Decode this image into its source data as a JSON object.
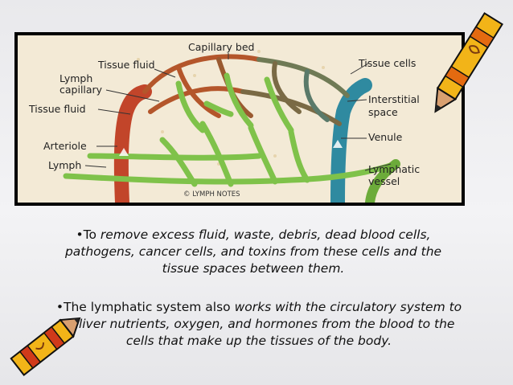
{
  "figure": {
    "labels": {
      "capillary_bed": "Capillary bed",
      "tissue_fluid_top": "Tissue fluid",
      "lymph_capillary_1": "Lymph",
      "lymph_capillary_2": "capillary",
      "tissue_fluid_left": "Tissue fluid",
      "arteriole": "Arteriole",
      "lymph": "Lymph",
      "tissue_cells": "Tissue cells",
      "interstitial_1": "Interstitial",
      "interstitial_2": "space",
      "venule": "Venule",
      "lymphatic_1": "Lymphatic",
      "lymphatic_2": "vessel",
      "copyright": "© LYMPH NOTES"
    }
  },
  "bullets": [
    {
      "marker": "•To ",
      "line1_plain": "remove excess fluid,",
      "line1_italic": " waste, debris, dead blood cells,",
      "line2": "pathogens, cancer cells, and toxins from these cells and the",
      "line3": "tissue spaces between them."
    },
    {
      "marker": "•The lymphatic system also ",
      "line1_italic": "works with the circulatory system to",
      "line2": "deliver nutrients, oxygen, and hormones from the blood to the",
      "line3": "cells that make up the tissues of the body."
    }
  ],
  "colors": {
    "arteriole": "#c2452a",
    "venule": "#2f8aa0",
    "lymph": "#7fc24a",
    "background": "#f3ead6"
  },
  "decor": {
    "top_right": "crayon-icon",
    "bottom_left": "crayon-icon"
  }
}
